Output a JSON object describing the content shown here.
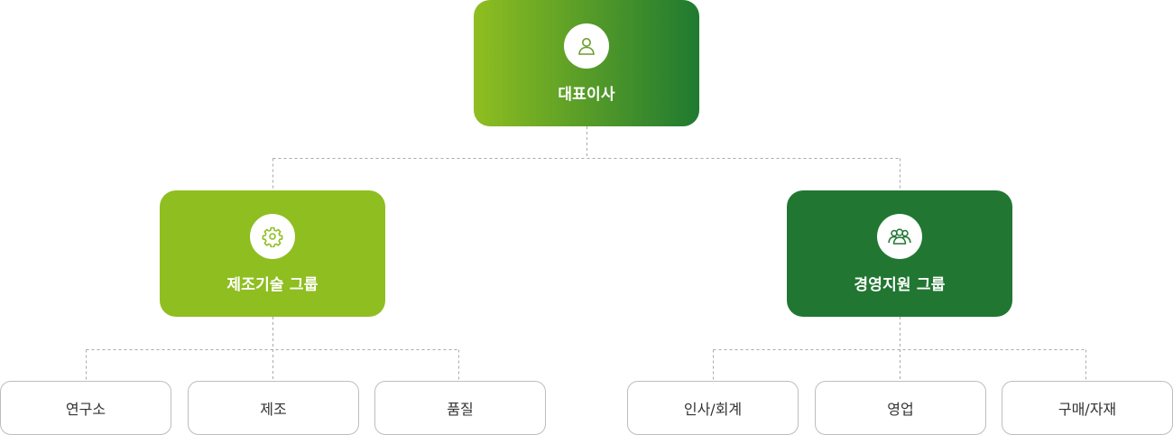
{
  "root": {
    "label": "대표이사",
    "icon": "person-icon"
  },
  "groups": [
    {
      "label": "제조기술 그룹",
      "icon": "gear-icon",
      "color": "#8fbe20",
      "teams": [
        "연구소",
        "제조",
        "품질"
      ]
    },
    {
      "label": "경영지원 그룹",
      "icon": "people-icon",
      "color": "#217731",
      "teams": [
        "인사/회계",
        "영업",
        "구매/자재"
      ]
    }
  ],
  "colors": {
    "gradient_start": "#8fbe20",
    "gradient_end": "#1f7a30",
    "connector": "#aaaaaa"
  }
}
